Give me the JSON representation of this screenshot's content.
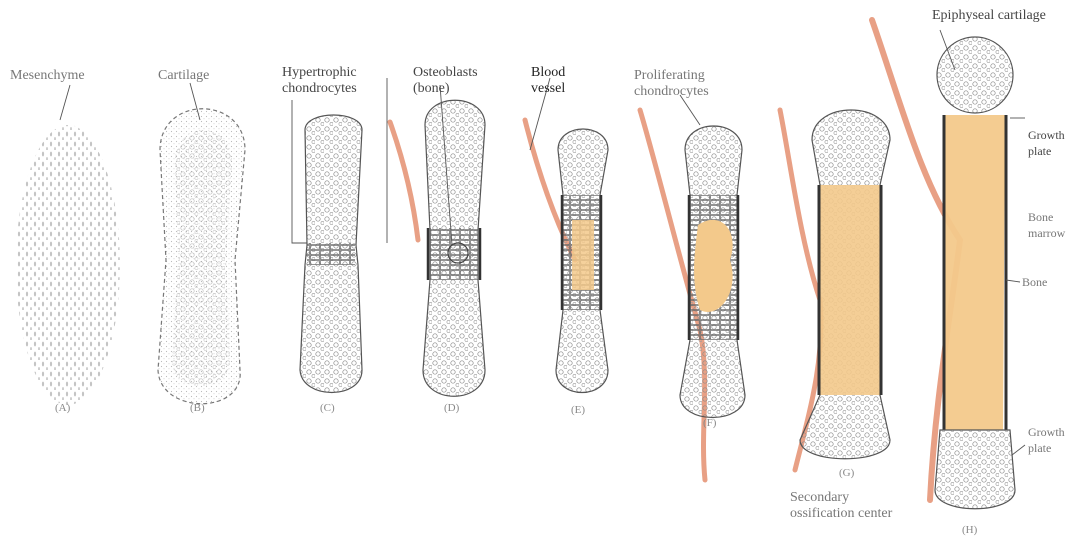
{
  "labels": {
    "mesenchyme": "Mesenchyme",
    "cartilage": "Cartilage",
    "hypertrophic_line1": "Hypertrophic",
    "hypertrophic_line2": "chondrocytes",
    "osteoblasts_line1": "Osteoblasts",
    "osteoblasts_line2": "(bone)",
    "blood_line1": "Blood",
    "blood_line2": "vessel",
    "proliferating_line1": "Proliferating",
    "proliferating_line2": "chondrocytes",
    "epiphyseal": "Epiphyseal cartilage",
    "growth_plate_top_1": "Growth",
    "growth_plate_top_2": "plate",
    "bone_marrow_1": "Bone",
    "bone_marrow_2": "marrow",
    "bone": "Bone",
    "growth_plate_bottom_1": "Growth",
    "growth_plate_bottom_2": "plate",
    "secondary_1": "Secondary",
    "secondary_2": "ossification center"
  },
  "stages": [
    "(A)",
    "(B)",
    "(C)",
    "(D)",
    "(E)",
    "(F)",
    "(G)",
    "(H)"
  ],
  "colors": {
    "marrow": "#f3c98b",
    "vessel": "#e8a085",
    "outline": "#555555",
    "cells": "#9a9a9a"
  }
}
